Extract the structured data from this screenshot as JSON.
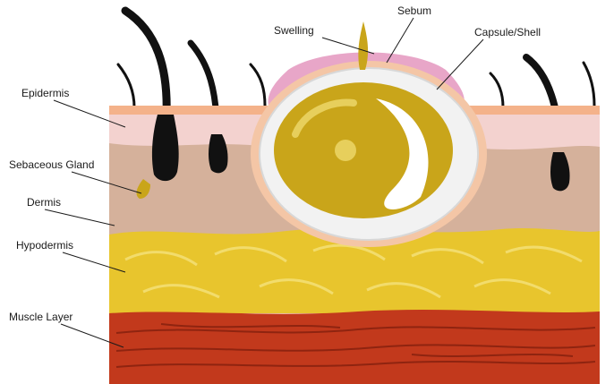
{
  "labels": {
    "swelling": "Swelling",
    "sebum": "Sebum",
    "capsule": "Capsule/Shell",
    "epidermis": "Epidermis",
    "sebaceous_gland": "Sebaceous Gland",
    "dermis": "Dermis",
    "hypodermis": "Hypodermis",
    "muscle_layer": "Muscle Layer"
  },
  "colors": {
    "epidermis_top": "#f4b28a",
    "epidermis": "#f3d2cf",
    "dermis": "#d5b19b",
    "hypodermis": "#e8c52d",
    "hypodermis_highlight": "#f2dc6c",
    "muscle": "#c2391c",
    "muscle_dark": "#8f2410",
    "sebum": "#c9a51a",
    "sebum_highlight": "#e7cf5c",
    "capsule": "#f2f2f2",
    "hair": "#111111",
    "swelling": "#e8a6c8"
  }
}
